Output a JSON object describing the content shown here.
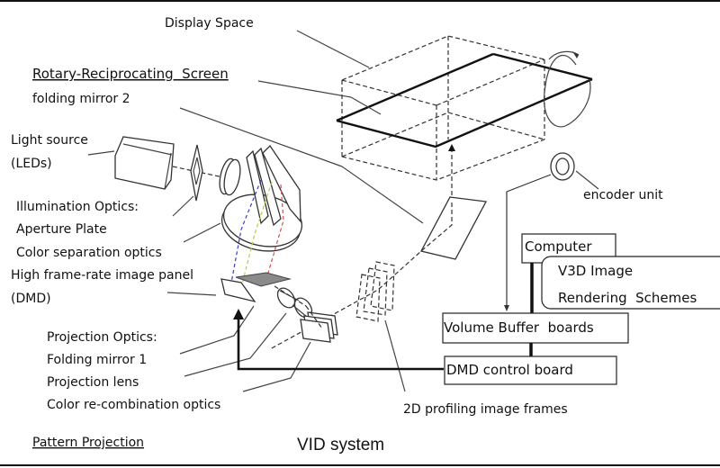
{
  "title": "VID system",
  "section_label": "Pattern Projection",
  "labels": {
    "display_space": "Display Space",
    "rotary_screen": "Rotary-Reciprocating  Screen",
    "folding_mirror_2": "folding mirror 2",
    "light_source_1": "Light source",
    "light_source_2": "(LEDs)",
    "illumination_optics": "Illumination Optics:",
    "aperture_plate": "Aperture Plate",
    "color_separation": "Color separation optics",
    "image_panel_1": "High frame-rate image panel",
    "image_panel_2": "(DMD)",
    "projection_optics": "Projection Optics:",
    "folding_mirror_1": "Folding mirror 1",
    "projection_lens": "Projection lens",
    "color_recombination": "Color re-combination optics",
    "profiling_frames": "2D profiling image frames",
    "encoder_unit": "encoder unit"
  },
  "blocks": {
    "computer": "Computer",
    "rendering_1": "V3D Image",
    "rendering_2": "Rendering  Schemes",
    "volume_buffer": "Volume Buffer  boards",
    "dmd_control": "DMD control board"
  },
  "colors": {
    "blue_channel": "#3b3bd0",
    "green_channel": "#b8c84a",
    "red_channel": "#d05050",
    "dmd_panel": "#8a8a8a"
  }
}
